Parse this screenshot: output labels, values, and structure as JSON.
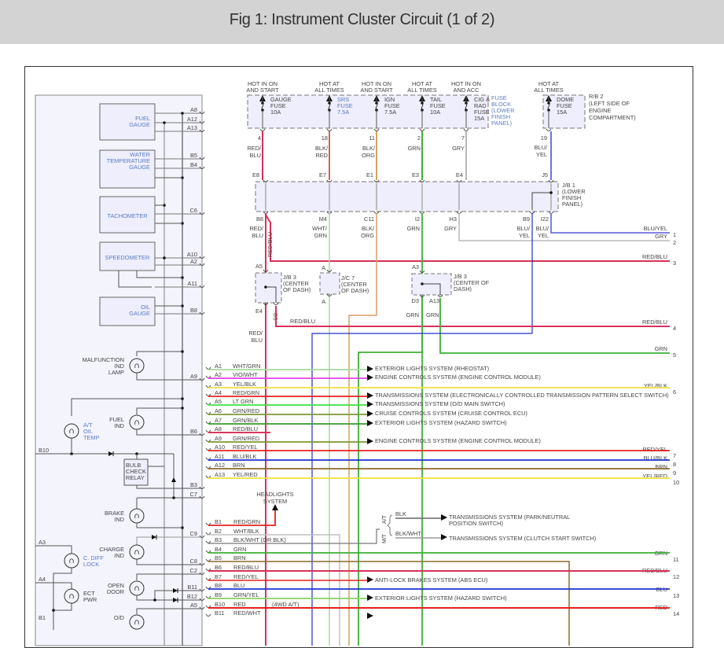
{
  "header": {
    "title": "Fig 1: Instrument Cluster Circuit (1 of 2)"
  },
  "colors": {
    "red_blu": "#d9305a",
    "blk_red": "#c46a60",
    "blk_org": "#d8a060",
    "grn": "#3cb034",
    "gry": "#b8b8b8",
    "blu_yel": "#7070e0",
    "wht_grn": "#a8d8a0",
    "brn": "#8b6a2a",
    "blu": "#2030d0",
    "yel": "#f0e040",
    "vio_wht": "#e040e0",
    "red": "#e82020",
    "lt_grn": "#40e040",
    "box_fill": "#eeeefc",
    "panel_fill": "#f4f4fc"
  },
  "fuse_block": {
    "fuses": [
      {
        "hot": [
          "HOT IN ON",
          "AND START"
        ],
        "name": [
          "GAUGE",
          "FUSE",
          "10A"
        ],
        "pin": "4",
        "wire": [
          "RED/",
          "BLU"
        ],
        "link_pin": "E8"
      },
      {
        "hot": [
          "HOT AT",
          "ALL TIMES"
        ],
        "name": [
          "SRS",
          "FUSE",
          "7.5A"
        ],
        "pin": "18",
        "wire": [
          "BLK/",
          "RED"
        ],
        "link_pin": "E7"
      },
      {
        "hot": [
          "HOT IN ON",
          "AND START"
        ],
        "name": [
          "IGN",
          "FUSE",
          "7.5A"
        ],
        "pin": "11",
        "wire": [
          "BLK/",
          "ORG"
        ],
        "link_pin": "E1"
      },
      {
        "hot": [
          "HOT AT",
          "ALL TIMES"
        ],
        "name": [
          "TAIL",
          "FUSE",
          "10A"
        ],
        "pin": "2",
        "wire": [
          "GRN"
        ],
        "link_pin": "E3"
      },
      {
        "hot": [
          "HOT IN ON",
          "AND ACC"
        ],
        "name": [
          "CIG &",
          "RAD",
          "FUSE",
          "15A"
        ],
        "pin": "7",
        "wire": [
          "GRY"
        ],
        "link_pin": "E4"
      }
    ],
    "label": [
      "FUSE",
      "BLOCK",
      "(LOWER",
      "FINISH",
      "PANEL)"
    ]
  },
  "rb2": {
    "hot": [
      "HOT AT",
      "ALL TIMES"
    ],
    "name": [
      "DOME",
      "FUSE",
      "15A"
    ],
    "pin": "19",
    "wire": [
      "BLU/",
      "YEL"
    ],
    "link_pin": "J5",
    "label": [
      "R/B 2",
      "(LEFT SIDE OF",
      "ENGINE",
      "COMPARTMENT)"
    ]
  },
  "jb1": {
    "label": [
      "J/B 1",
      "(LOWER",
      "FINISH",
      "PANEL)"
    ],
    "bottom_pins": [
      "B8",
      "M4",
      "C11",
      "I2",
      "H3",
      "B9",
      "I22"
    ],
    "bottom_wires": [
      [
        "RED/",
        "BLU"
      ],
      [
        "WHT/",
        "GRN"
      ],
      [
        "BLK/",
        "ORG"
      ],
      [
        "GRN"
      ],
      [
        "GRY"
      ],
      [
        "BLU/",
        "YEL"
      ],
      [
        "BLU/",
        "YEL"
      ]
    ],
    "vertical_wire": "RED/BLU"
  },
  "jb3_left": {
    "label": [
      "J/B 3",
      "(CENTER",
      "OF DASH)"
    ],
    "top_pin": "A5",
    "bottom_pins": [
      "E4",
      "D5"
    ],
    "wire_left": [
      "RED/",
      "BLU"
    ],
    "wire_right": "RED/BLU"
  },
  "jc7": {
    "label": [
      "J/C 7",
      "(CENTER",
      "OF DASH)"
    ],
    "top_pin": "A",
    "bottom_pin": "A"
  },
  "jb3_right": {
    "label": [
      "J/B 3",
      "(CENTER OF",
      "DASH)"
    ],
    "top_pin": "A3",
    "bottom_pins": [
      "D3",
      "A13"
    ],
    "wires": [
      "GRN",
      "GRN"
    ]
  },
  "right_outputs": [
    {
      "num": "1",
      "wire": "BLU/YEL"
    },
    {
      "num": "2",
      "wire": "GRY"
    },
    {
      "num": "3",
      "wire": "RED/BLU"
    },
    {
      "num": "4",
      "wire": "RED/BLU"
    },
    {
      "num": "5",
      "wire": "GRN"
    },
    {
      "num": "6",
      "wire": "YEL/BLK"
    },
    {
      "num": "7",
      "wire": "RED/YEL"
    },
    {
      "num": "8",
      "wire": "BLU/BLK"
    },
    {
      "num": "9",
      "wire": "BRN"
    },
    {
      "num": "10",
      "wire": "YEL/RED"
    },
    {
      "num": "11",
      "wire": "GRN"
    },
    {
      "num": "12",
      "wire": "RED/BLU"
    },
    {
      "num": "13",
      "wire": "BLU"
    },
    {
      "num": "14",
      "wire": "RED"
    }
  ],
  "connector_a": [
    {
      "pin": "A1",
      "wire": "WHT/GRN",
      "dest": "EXTERIOR LIGHTS SYSTEM (RHEOSTAT)"
    },
    {
      "pin": "A2",
      "wire": "VIO/WHT",
      "dest": "ENGINE CONTROLS SYSTEM (ENGINE CONTROL MODULE)"
    },
    {
      "pin": "A3",
      "wire": "YEL/BLK",
      "dest": ""
    },
    {
      "pin": "A4",
      "wire": "RED/GRN",
      "dest": "TRANSMISSIONS SYSTEM (ELECTRONICALLY CONTROLLED TRANSMISSION PATTERN SELECT SWITCH)"
    },
    {
      "pin": "A5",
      "wire": "LT GRN",
      "dest": "TRANSMISSIONS SYSTEM (O/D MAIN SWITCH)"
    },
    {
      "pin": "A6",
      "wire": "GRN/RED",
      "dest": "CRUISE CONTROLS SYSTEM (CRUISE CONTROL ECU)"
    },
    {
      "pin": "A7",
      "wire": "GRN/BLK",
      "dest": "EXTERIOR LIGHTS SYSTEM (HAZARD SWITCH)"
    },
    {
      "pin": "A8",
      "wire": "RED/BLU",
      "dest": ""
    },
    {
      "pin": "A9",
      "wire": "GRN/RED",
      "dest": "ENGINE CONTROLS SYSTEM (ENGINE CONTROL MODULE)"
    },
    {
      "pin": "A10",
      "wire": "RED/YEL",
      "dest": ""
    },
    {
      "pin": "A11",
      "wire": "BLU/BLK",
      "dest": ""
    },
    {
      "pin": "A12",
      "wire": "BRN",
      "dest": ""
    },
    {
      "pin": "A13",
      "wire": "YEL/RED",
      "dest": ""
    }
  ],
  "connector_b": [
    {
      "pin": "B1",
      "wire": "RED/GRN",
      "note": ""
    },
    {
      "pin": "B2",
      "wire": "WHT/BLK",
      "note": ""
    },
    {
      "pin": "B3",
      "wire": "BLK/WHT (OR BLK)",
      "note": ""
    },
    {
      "pin": "B4",
      "wire": "GRN",
      "note": ""
    },
    {
      "pin": "B5",
      "wire": "BRN",
      "note": ""
    },
    {
      "pin": "B6",
      "wire": "RED/BLU",
      "note": ""
    },
    {
      "pin": "B7",
      "wire": "RED/YEL",
      "note": ""
    },
    {
      "pin": "B8",
      "wire": "BLU",
      "note": ""
    },
    {
      "pin": "B9",
      "wire": "GRN/YEL",
      "note": ""
    },
    {
      "pin": "B10",
      "wire": "RED",
      "note": "(4WD A/T)"
    },
    {
      "pin": "B11",
      "wire": "RED/WHT",
      "note": ""
    }
  ],
  "b_dests": {
    "headlights": [
      "HEADLIGHTS",
      "SYSTEM"
    ],
    "abs": "ANTI-LOCK BRAKES SYSTEM (ABS ECU)",
    "hazard": "EXTERIOR LIGHTS SYSTEM (HAZARD SWITCH)",
    "at_label": "A/T",
    "mt_label": "M/T",
    "at_wire": "BLK",
    "mt_wire": "BLK/WHT",
    "at_dest": [
      "TRANSMISSIONS SYSTEM (PARK/NEUTRAL",
      "POSITION SWITCH)"
    ],
    "mt_dest": "TRANSMISSIONS SYSTEM (CLUTCH START SWITCH)"
  },
  "cluster": {
    "gauges": [
      {
        "name": [
          "FUEL",
          "GAUGE"
        ],
        "pins": [
          "A8",
          "A12",
          "A13"
        ]
      },
      {
        "name": [
          "WATER",
          "TEMPERATURE",
          "GAUGE"
        ],
        "pins": [
          "B5",
          "B4"
        ]
      },
      {
        "name": [
          "TACHOMETER"
        ],
        "pins": [
          "C6"
        ]
      },
      {
        "name": [
          "SPEEDOMETER"
        ],
        "pins": [
          "A10",
          "A2",
          "A11"
        ]
      },
      {
        "name": [
          "OIL",
          "GAUGE"
        ],
        "pins": [
          "B8"
        ]
      }
    ],
    "lamps": [
      {
        "name": [
          "MALFUNCTION",
          "IND",
          "LAMP"
        ],
        "pin": "A9"
      },
      {
        "name": [
          "FUEL",
          "IND"
        ],
        "pin": "B6"
      },
      {
        "name": [
          "A/T",
          "OIL",
          "TEMP"
        ],
        "pin": "B10"
      },
      {
        "name": [
          "BRAKE",
          "IND"
        ],
        "pin": ""
      },
      {
        "name": [
          "CHARGE",
          "IND"
        ],
        "pin": "C9"
      },
      {
        "name": [
          "C. DIFF",
          "LOCK"
        ],
        "pin": "A3"
      },
      {
        "name": [
          "OPEN",
          "DOOR"
        ],
        "pin": "C2"
      },
      {
        "name": [
          "ECT",
          "PWR"
        ],
        "pin": "A4"
      },
      {
        "name": [
          "O/D"
        ],
        "pin": "B1"
      }
    ],
    "relay": [
      "BULB",
      "CHECK",
      "RELAY"
    ],
    "misc_pins": [
      "B3",
      "C7",
      "C8",
      "B11",
      "B12",
      "A5"
    ]
  }
}
